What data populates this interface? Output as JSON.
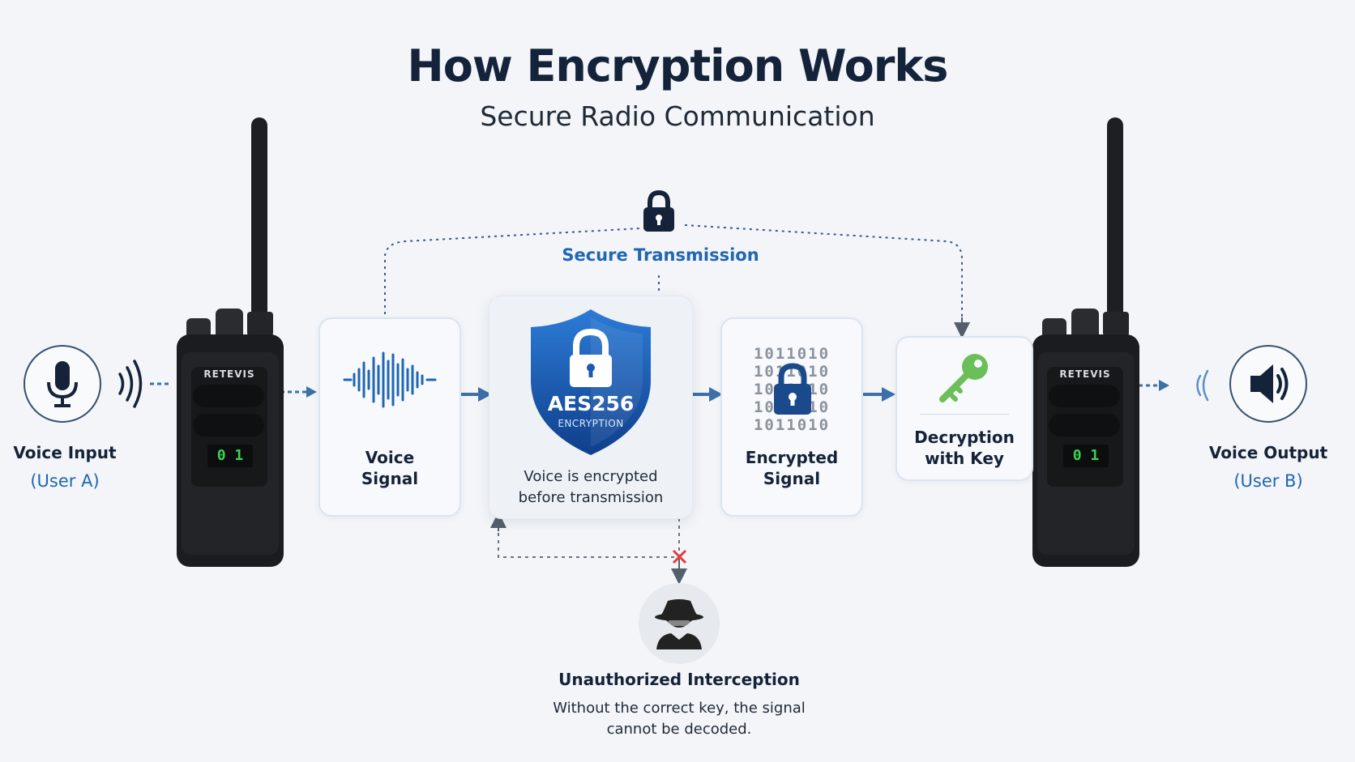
{
  "header": {
    "title": "How Encryption Works",
    "subtitle": "Secure Radio Communication"
  },
  "secure_transmission": {
    "label": "Secure Transmission"
  },
  "input": {
    "label": "Voice Input",
    "user": "(User A)"
  },
  "output": {
    "label": "Voice Output",
    "user": "(User B)"
  },
  "radio": {
    "brand": "RETEVIS",
    "display": "0 1"
  },
  "steps": {
    "voice_signal": {
      "line1": "Voice",
      "line2": "Signal"
    },
    "encryption": {
      "badge_main": "AES256",
      "badge_sub": "ENCRYPTION",
      "desc1": "Voice is encrypted",
      "desc2": "before transmission"
    },
    "encrypted_signal": {
      "line1": "Encrypted",
      "line2": "Signal",
      "binary": [
        "1011010",
        "1011010",
        "1011010",
        "1011010",
        "1011010"
      ]
    },
    "decryption": {
      "line1": "Decryption",
      "line2": "with Key"
    }
  },
  "interception": {
    "title": "Unauthorized Interception",
    "desc1": "Without the correct key, the signal",
    "desc2": "cannot be decoded."
  },
  "colors": {
    "navy": "#14233a",
    "blue": "#1f66b3",
    "arrow": "#3d6fa8",
    "shield": "#1a5bb0",
    "key_green": "#6bbf59",
    "lcd_green": "#39d353",
    "reject_red": "#e23b3b"
  }
}
